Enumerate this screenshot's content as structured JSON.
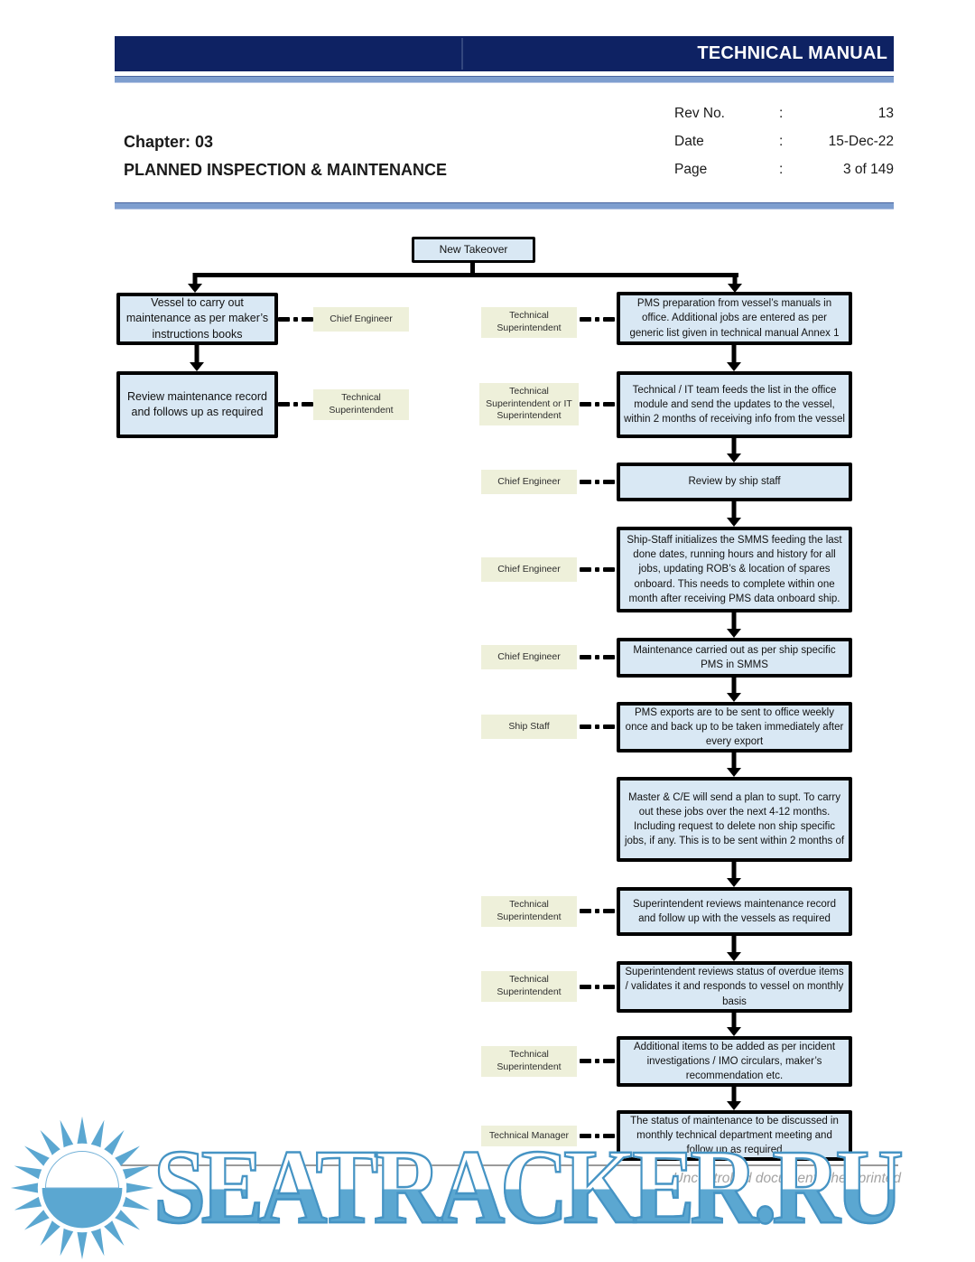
{
  "header": {
    "title": "TECHNICAL MANUAL",
    "chapter_label": "Chapter: 03",
    "chapter_title": "PLANNED INSPECTION & MAINTENANCE",
    "meta": {
      "rows": [
        {
          "label": "Rev No.",
          "sep": ":",
          "value": "13"
        },
        {
          "label": "Date",
          "sep": ":",
          "value": "15-Dec-22"
        },
        {
          "label": "Page",
          "sep": ":",
          "value": "3 of 149"
        }
      ]
    }
  },
  "flowchart": {
    "nodes": [
      {
        "text": "New Takeover"
      },
      {
        "text": "Vessel to carry out maintenance as per maker’s instructions books"
      },
      {
        "text": "Review maintenance record and follows up as required"
      },
      {
        "text": "PMS preparation from vessel’s manuals in office. Additional jobs are entered as per generic list given in technical manual Annex 1"
      },
      {
        "text": "Technical / IT team feeds the list in the office module and send the updates to the vessel, within 2 months of receiving info from the vessel"
      },
      {
        "text": "Review by ship staff"
      },
      {
        "text": "Ship-Staff initializes the SMMS feeding the last done dates, running hours and history for all jobs, updating ROB’s & location of spares onboard. This needs to complete within one month after receiving PMS data onboard ship."
      },
      {
        "text": "Maintenance carried out as per ship specific PMS in SMMS"
      },
      {
        "text": "PMS exports are to be sent to office weekly once and back up to be taken immediately after every export"
      },
      {
        "text": "Master & C/E will send a plan to supt. To carry out these jobs over the next 4-12 months. Including request to delete non ship specific jobs, if any. This is to be sent within 2 months of"
      },
      {
        "text": "Superintendent reviews maintenance record and follow up with the vessels as required"
      },
      {
        "text": "Superintendent reviews status of overdue items / validates it and responds to vessel on monthly basis"
      },
      {
        "text": "Additional items to be added as per incident investigations / IMO circulars, maker’s recommendation etc."
      },
      {
        "text": "The status of maintenance to be discussed in monthly technical department meeting and follow up as required"
      }
    ],
    "roles": [
      {
        "text": "Chief Engineer"
      },
      {
        "text": "Technical Superintendent"
      },
      {
        "text": "Technical Superintendent"
      },
      {
        "text": "Technical Superintendent or IT Superintendent"
      },
      {
        "text": "Chief Engineer"
      },
      {
        "text": "Chief Engineer"
      },
      {
        "text": "Chief Engineer"
      },
      {
        "text": "Ship Staff"
      },
      {
        "text": "Technical Superintendent"
      },
      {
        "text": "Technical Superintendent"
      },
      {
        "text": "Technical Superintendent"
      },
      {
        "text": "Technical Manager"
      }
    ]
  },
  "footer": {
    "disclaimer": "Uncontrolled document when printed",
    "watermark": "SEATRACKER.RU"
  },
  "colors": {
    "header_navy": "#0e2263",
    "rule_blue": "#7e9ecf",
    "node_fill": "#d9e8f4",
    "node_border": "#000000",
    "label_fill": "#eef0da",
    "watermark_blue": "#5ba7d1",
    "watermark_outline": "#4694c4",
    "footer_gray": "#9a9a9a"
  }
}
